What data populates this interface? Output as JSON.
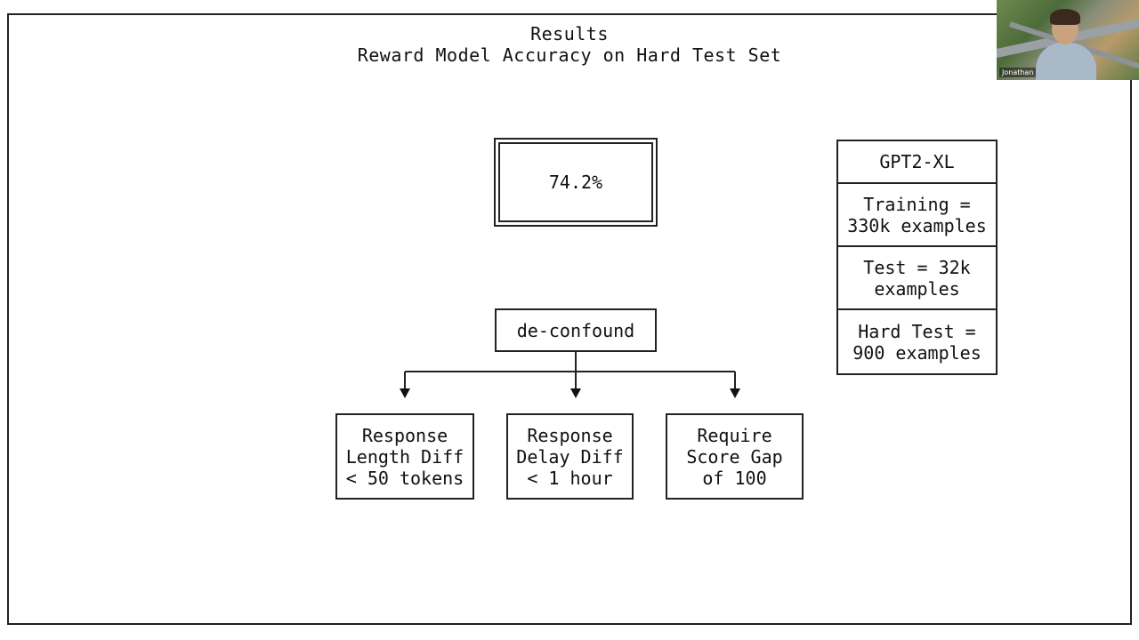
{
  "slide": {
    "title_line1": "Results",
    "title_line2": "Reward Model Accuracy on Hard Test Set",
    "result_value": "74.2%",
    "root_node": "de-confound",
    "leaves": [
      "Response\nLength Diff\n< 50 tokens",
      "Response\nDelay Diff\n< 1 hour",
      "Require\nScore Gap\nof 100"
    ],
    "model_stack": {
      "header": "GPT2-XL",
      "rows": [
        "Training =\n330k examples",
        "Test = 32k\nexamples",
        "Hard Test =\n900 examples"
      ]
    }
  },
  "video": {
    "participant_name": "Jonathan"
  }
}
